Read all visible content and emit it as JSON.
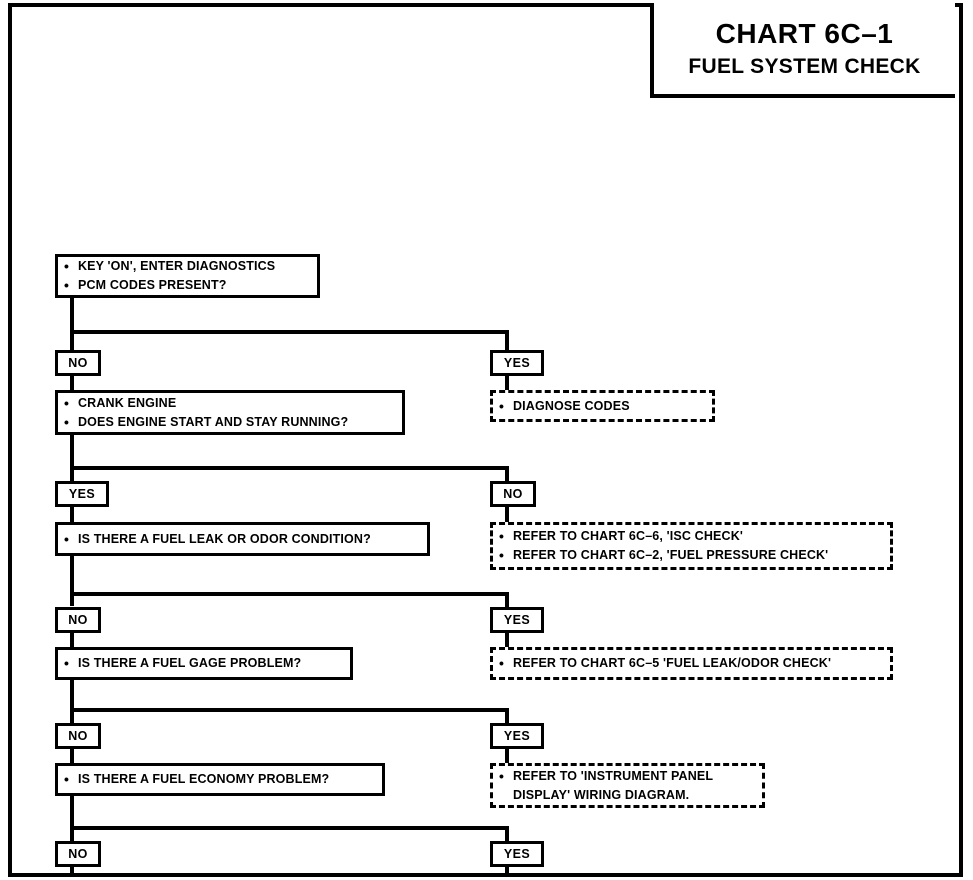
{
  "page": {
    "title_line1": "CHART 6C–1",
    "title_line2": "FUEL SYSTEM CHECK"
  },
  "labels": {
    "yes": "YES",
    "no": "NO"
  },
  "bullet_glyph": "•",
  "steps": [
    {
      "id": "step-key-on",
      "style": "solid",
      "lines": [
        "KEY 'ON', ENTER DIAGNOSTICS",
        "PCM CODES PRESENT?"
      ]
    },
    {
      "id": "step-crank-engine",
      "style": "solid",
      "lines": [
        "CRANK ENGINE",
        "DOES ENGINE START AND STAY RUNNING?"
      ]
    },
    {
      "id": "step-fuel-leak-odor",
      "style": "solid",
      "lines": [
        "IS THERE A FUEL LEAK OR ODOR CONDITION?"
      ]
    },
    {
      "id": "step-fuel-gage",
      "style": "solid",
      "lines": [
        "IS THERE A FUEL GAGE PROBLEM?"
      ]
    },
    {
      "id": "step-fuel-economy",
      "style": "solid",
      "lines": [
        "IS THERE A FUEL ECONOMY PROBLEM?"
      ]
    }
  ],
  "actions": [
    {
      "id": "action-diagnose-codes",
      "style": "dashed",
      "lines": [
        "DIAGNOSE CODES"
      ]
    },
    {
      "id": "action-isc-fuel-pressure",
      "style": "dashed",
      "lines": [
        "REFER TO CHART 6C–6, 'ISC CHECK'",
        "REFER TO CHART 6C–2, 'FUEL PRESSURE CHECK'"
      ]
    },
    {
      "id": "action-fuel-leak-odor-check",
      "style": "dashed",
      "lines": [
        "REFER TO CHART 6C–5 'FUEL LEAK/ODOR CHECK'"
      ]
    },
    {
      "id": "action-instrument-panel",
      "style": "dashed",
      "lines": [
        "REFER TO 'INSTRUMENT PANEL\nDISPLAY' WIRING DIAGRAM."
      ]
    }
  ],
  "branches": [
    {
      "id": "branch-1",
      "left": "NO",
      "right": "YES"
    },
    {
      "id": "branch-2",
      "left": "YES",
      "right": "NO"
    },
    {
      "id": "branch-3",
      "left": "NO",
      "right": "YES"
    },
    {
      "id": "branch-4",
      "left": "NO",
      "right": "YES"
    },
    {
      "id": "branch-5",
      "left": "NO",
      "right": "YES"
    }
  ]
}
